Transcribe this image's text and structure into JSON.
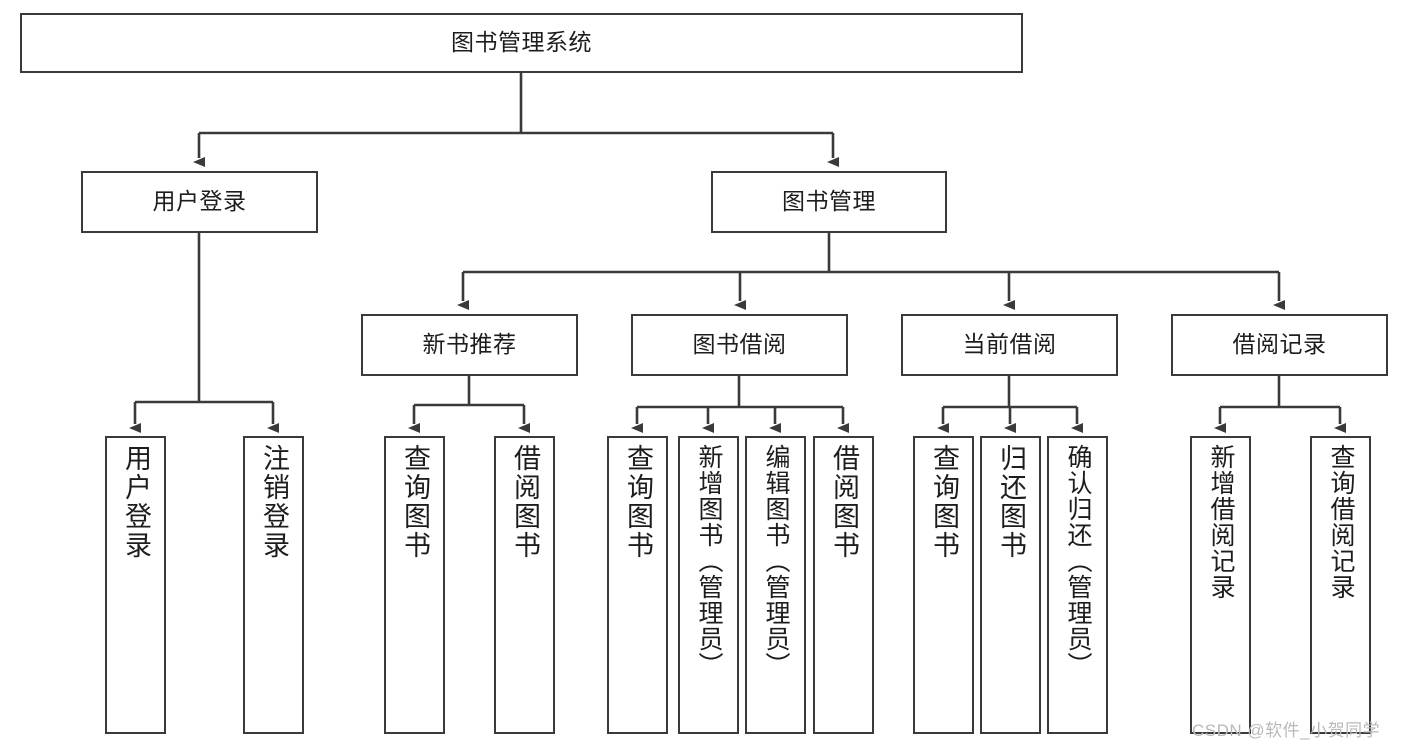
{
  "diagram": {
    "type": "hierarchy-tree",
    "title": "图书管理系统",
    "root": {
      "label": "图书管理系统"
    },
    "level2": [
      {
        "id": "user-login",
        "label": "用户登录"
      },
      {
        "id": "book-manage",
        "label": "图书管理"
      }
    ],
    "level3": [
      {
        "id": "new-book-recommend",
        "label": "新书推荐",
        "parent": "book-manage"
      },
      {
        "id": "book-borrow",
        "label": "图书借阅",
        "parent": "book-manage"
      },
      {
        "id": "current-borrow",
        "label": "当前借阅",
        "parent": "book-manage"
      },
      {
        "id": "borrow-record",
        "label": "借阅记录",
        "parent": "book-manage"
      }
    ],
    "leaves": [
      {
        "id": "leaf-user-login",
        "label": "用户登录",
        "parent": "user-login"
      },
      {
        "id": "leaf-logout-login",
        "label": "注销登录",
        "parent": "user-login"
      },
      {
        "id": "leaf-query-book-1",
        "label": "查询图书",
        "parent": "new-book-recommend"
      },
      {
        "id": "leaf-borrow-book-1",
        "label": "借阅图书",
        "parent": "new-book-recommend"
      },
      {
        "id": "leaf-query-book-2",
        "label": "查询图书",
        "parent": "book-borrow"
      },
      {
        "id": "leaf-add-book",
        "label": "新增图书（管理员）",
        "parent": "book-borrow"
      },
      {
        "id": "leaf-edit-book",
        "label": "编辑图书（管理员）",
        "parent": "book-borrow"
      },
      {
        "id": "leaf-borrow-book-2",
        "label": "借阅图书",
        "parent": "book-borrow"
      },
      {
        "id": "leaf-query-book-3",
        "label": "查询图书",
        "parent": "current-borrow"
      },
      {
        "id": "leaf-return-book",
        "label": "归还图书",
        "parent": "current-borrow"
      },
      {
        "id": "leaf-confirm-return",
        "label": "确认归还（管理员）",
        "parent": "current-borrow"
      },
      {
        "id": "leaf-add-record",
        "label": "新增借阅记录",
        "parent": "borrow-record"
      },
      {
        "id": "leaf-query-record",
        "label": "查询借阅记录",
        "parent": "borrow-record"
      }
    ],
    "colors": {
      "stroke": "#3a3a3a",
      "fill": "#ffffff",
      "text": "#1d1d1d",
      "watermark": "#b9b9b9"
    }
  },
  "watermark": {
    "text": "CSDN @软件_小贺同学"
  }
}
